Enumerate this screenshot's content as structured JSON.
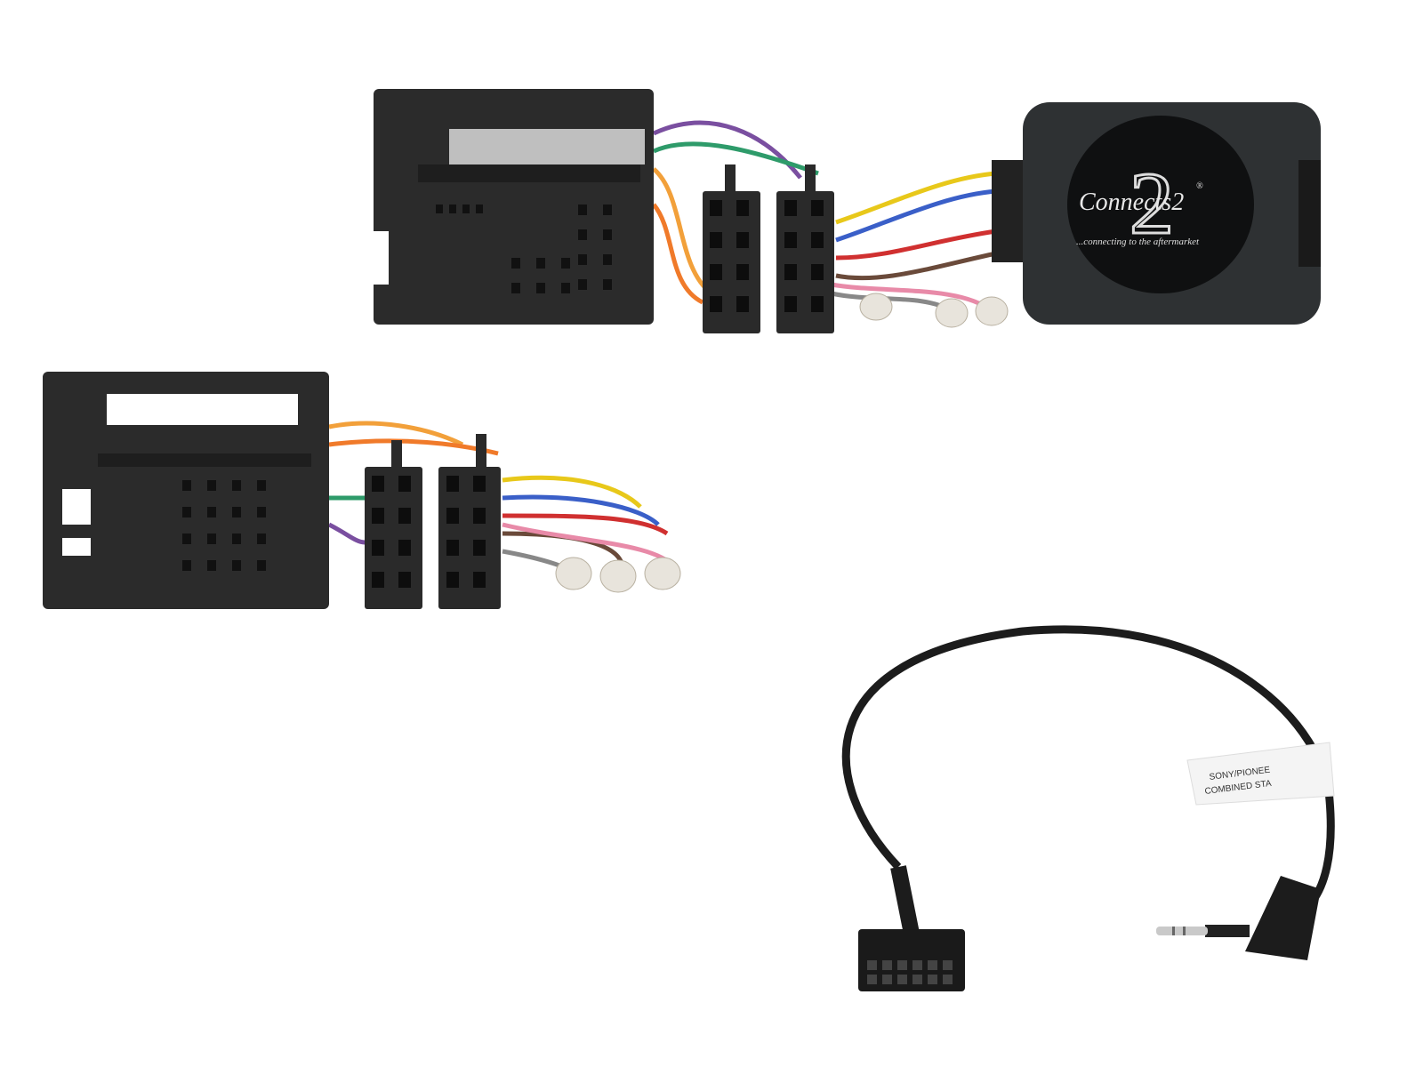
{
  "product": {
    "logo": {
      "brand": "Connects2",
      "registered": "®",
      "tagline": "...connecting to the aftermarket"
    },
    "cable_label": {
      "line1": "SONY/PIONEE",
      "line2": "COMBINED STA"
    }
  },
  "colors": {
    "connector": "#2b2b2b",
    "module": "#2e3133",
    "cable": "#1c1c1c",
    "wires": [
      "#7a4fa0",
      "#2e9b6a",
      "#f2a03a",
      "#f07a2a",
      "#e8c81a",
      "#3a5fc8",
      "#d03030",
      "#6a4a3a",
      "#888888",
      "#e88aa8"
    ]
  }
}
